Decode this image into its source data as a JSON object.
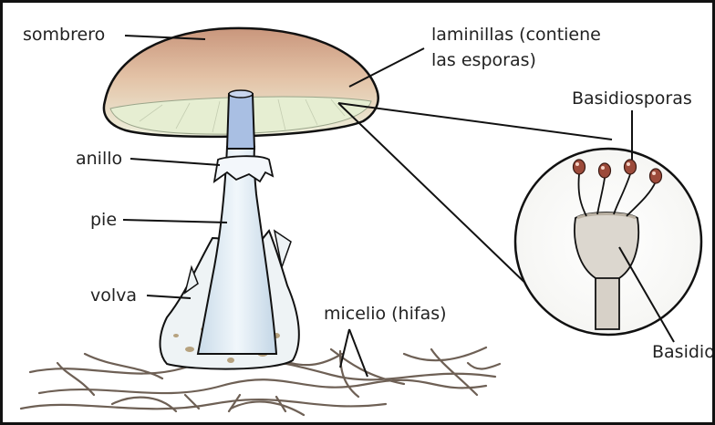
{
  "labels": {
    "sombrero": "sombrero",
    "laminillas_line1": "laminillas (contiene",
    "laminillas_line2": "las esporas)",
    "anillo": "anillo",
    "pie": "pie",
    "volva": "volva",
    "micelio": "micelio (hifas)",
    "basidiosporas": "Basidiosporas",
    "basidio": "Basidio"
  },
  "colors": {
    "outline": "#111111",
    "cap_top": "#d3a489",
    "cap_underside": "#e9efd6",
    "stem_top": "#a9bfe3",
    "stem": "#e6f0f7",
    "spore": "#9c4a3a",
    "mycelium": "#6e6055"
  }
}
